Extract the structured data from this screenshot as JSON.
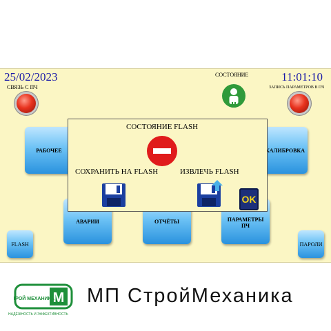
{
  "header": {
    "date": "25/02/2023",
    "time": "11:01:10",
    "link_label": "СВЯЗЬ С ПЧ",
    "status_label": "СОСТОЯНИЕ",
    "record_label": "ЗАПИСЬ ПАРАМЕТРОВ В ПЧ"
  },
  "buttons": {
    "work": "РАБОЧЕЕ",
    "calibration": "КАЛИБРОВКА",
    "alarms": "АВАРИИ",
    "reports": "ОТЧЁТЫ",
    "params": "ПАРАМЕТРЫ ПЧ",
    "flash": "FLASH",
    "passwords": "ПАРОЛИ"
  },
  "dialog": {
    "title": "СОСТОЯНИЕ FLASH",
    "save_label": "СОХРАНИТЬ НА FLASH",
    "load_label": "ИЗВЛЕЧЬ FLASH",
    "ok_label": "OK"
  },
  "footer": {
    "company": "МП СтройМеханика",
    "logo_text": "СТРОЙ МЕХАНИКА",
    "logo_letter": "М",
    "tagline": "НАДЁЖНОСТЬ И ЭФФЕКТИВНОСТЬ"
  },
  "colors": {
    "panel_bg": "#fbf6c4",
    "clock_blue": "#1a1aa8",
    "lamp_red": "#e8321e",
    "status_green": "#2f9a3a",
    "button_blue": "#2a92de",
    "brand_green": "#1e8f3a"
  }
}
